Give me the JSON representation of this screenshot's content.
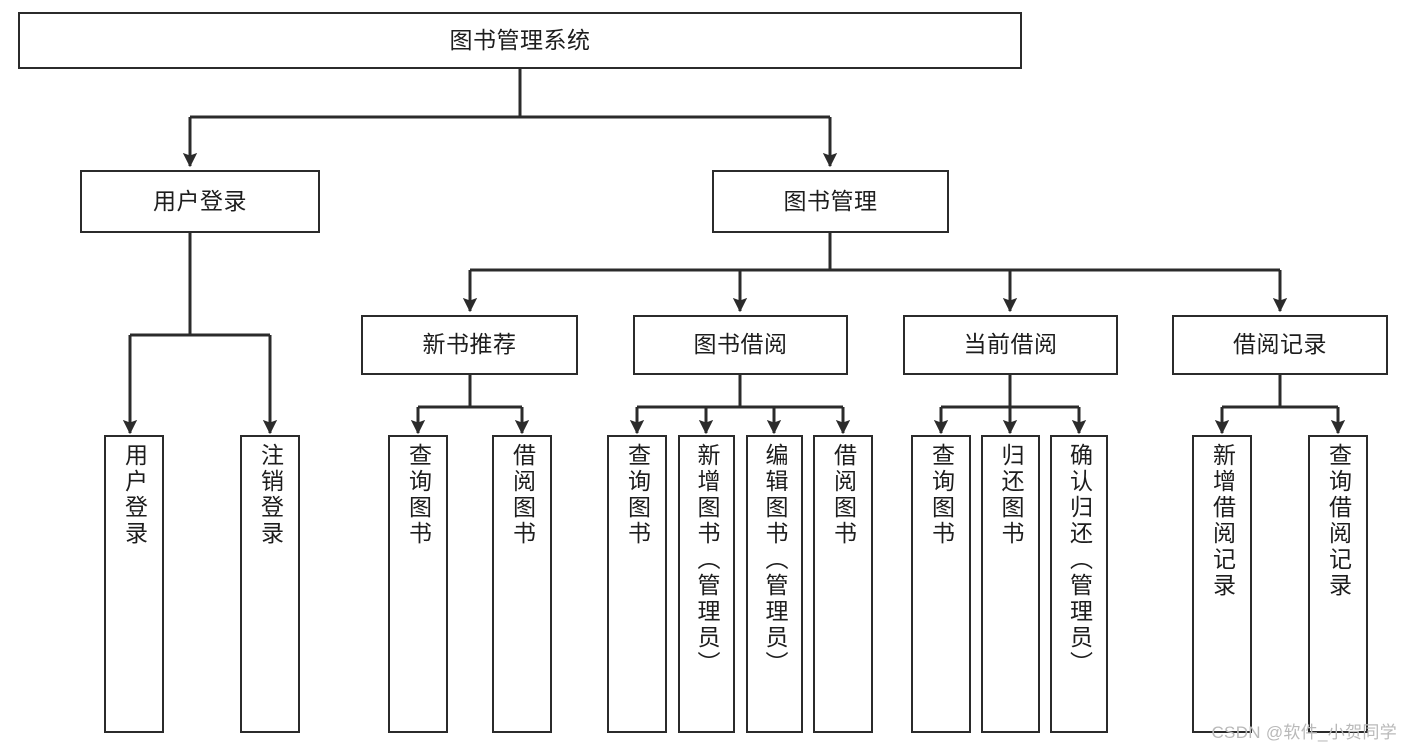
{
  "diagram": {
    "title": "图书管理系统",
    "watermark": "CSDN @软件_小贺同学",
    "line_color": "#2b2b2b",
    "background_color": "#ffffff",
    "text_color": "#1d1d1d",
    "levels": {
      "root": {
        "label": "图书管理系统"
      },
      "level2": [
        {
          "label": "用户登录"
        },
        {
          "label": "图书管理"
        }
      ],
      "level3": [
        {
          "label": "新书推荐"
        },
        {
          "label": "图书借阅"
        },
        {
          "label": "当前借阅"
        },
        {
          "label": "借阅记录"
        }
      ],
      "level4": [
        {
          "label": "用户登录",
          "parent": "用户登录"
        },
        {
          "label": "注销登录",
          "parent": "用户登录"
        },
        {
          "label": "查询图书",
          "parent": "新书推荐"
        },
        {
          "label": "借阅图书",
          "parent": "新书推荐"
        },
        {
          "label": "查询图书",
          "parent": "图书借阅"
        },
        {
          "label": "新增图书（管理员）",
          "parent": "图书借阅"
        },
        {
          "label": "编辑图书（管理员）",
          "parent": "图书借阅"
        },
        {
          "label": "借阅图书",
          "parent": "图书借阅"
        },
        {
          "label": "查询图书",
          "parent": "当前借阅"
        },
        {
          "label": "归还图书",
          "parent": "当前借阅"
        },
        {
          "label": "确认归还（管理员）",
          "parent": "当前借阅"
        },
        {
          "label": "新增借阅记录",
          "parent": "借阅记录"
        },
        {
          "label": "查询借阅记录",
          "parent": "借阅记录"
        }
      ]
    }
  }
}
